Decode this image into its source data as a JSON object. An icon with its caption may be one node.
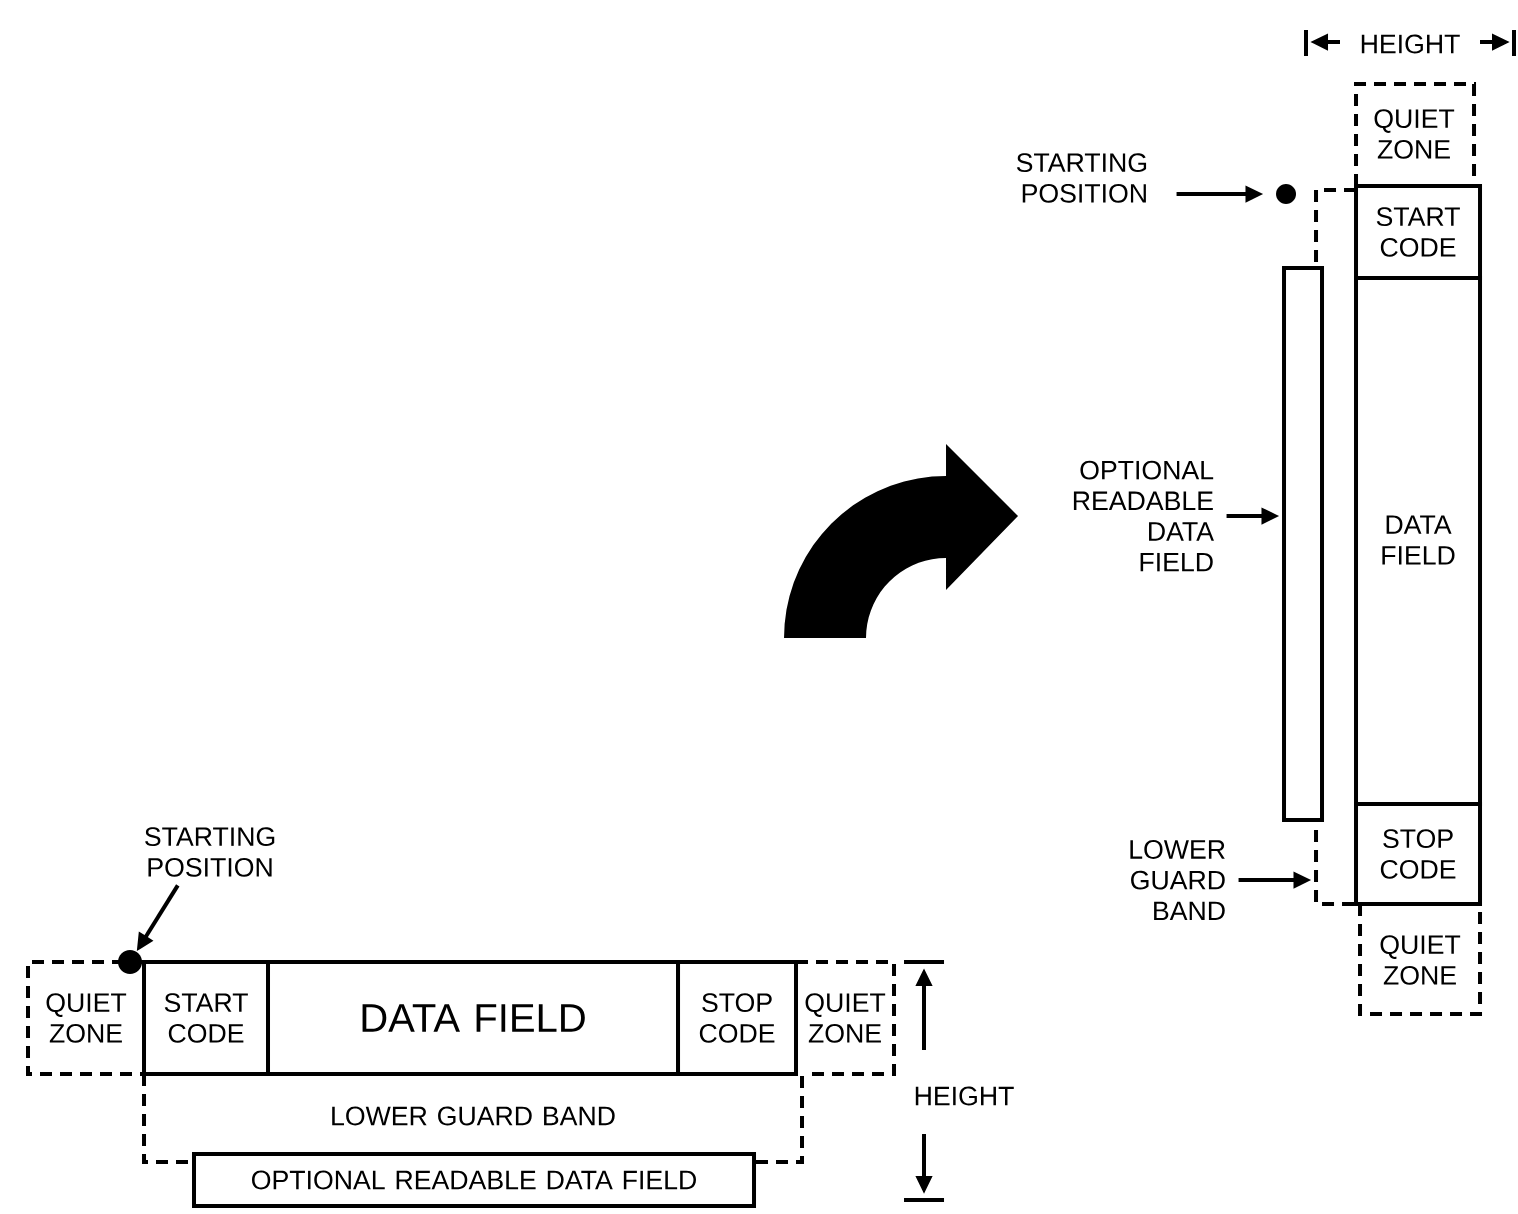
{
  "diagram": {
    "nodes": [
      {
        "text": [
          "QUIET ZONE"
        ]
      },
      {
        "text": [
          "STARTING POSITION"
        ]
      },
      {
        "text": [],
        "shape": "circle"
      },
      {
        "text": [
          "START CODE"
        ]
      },
      {
        "text": [],
        "shape": "box"
      },
      {
        "text": [],
        "shape": "box"
      },
      {
        "text": [
          "OPTIONAL READABLE DATA FIELD"
        ]
      },
      {
        "text": [
          "DATA FIELD"
        ]
      },
      {
        "text": [
          "LOWER GUARD BAND"
        ]
      },
      {
        "text": [
          "STOP CODE"
        ]
      },
      {
        "text": [
          "QUIET ZONE"
        ]
      },
      {
        "text": [
          "STARTING POSITION"
        ]
      },
      {
        "text": [],
        "shape": "circle"
      },
      {
        "text": [
          "QUIET ZONE"
        ]
      },
      {
        "text": [
          "START CODE"
        ]
      },
      {
        "text": [
          "DATA FIELD"
        ]
      },
      {
        "text": [
          "STOP CODE"
        ]
      },
      {
        "text": [
          "QUIET ZONE"
        ]
      },
      {
        "text": [
          "LOWER GUARD BAND"
        ]
      },
      {
        "text": [
          "OPTIONAL READABLE DATA FIELD"
        ]
      }
    ],
    "edges": [
      {
        "from": 1,
        "to": 2,
        "arrow": "to"
      },
      {
        "from": 6,
        "to": 5,
        "arrow": "to"
      },
      {
        "from": 8,
        "to": 4,
        "arrow": "to"
      },
      {
        "from": 11,
        "to": 12,
        "arrow": "to"
      }
    ],
    "labels": [
      "HEIGHT",
      "HEIGHT"
    ]
  }
}
